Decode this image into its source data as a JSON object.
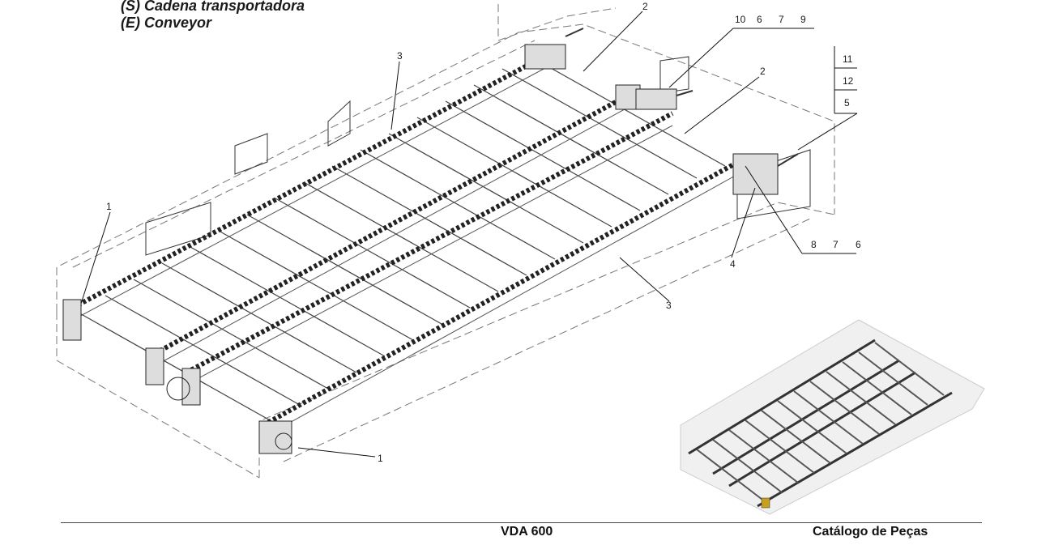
{
  "title": {
    "spanish": "(S) Cadena transportadora",
    "english": "(E) Conveyor"
  },
  "callouts": {
    "c2_top": "2",
    "c3_top": "3",
    "c1_left": "1",
    "c1_bottom": "1",
    "c2_right": "2",
    "c3_bottom": "3",
    "c4": "4",
    "group_10": "10",
    "group_6a": "6",
    "group_7a": "7",
    "group_9": "9",
    "group_11": "11",
    "group_12": "12",
    "group_5": "5",
    "group_8": "8",
    "group_7b": "7",
    "group_6b": "6"
  },
  "footer": {
    "model": "VDA 600",
    "catalog": "Catálogo de Peças"
  }
}
